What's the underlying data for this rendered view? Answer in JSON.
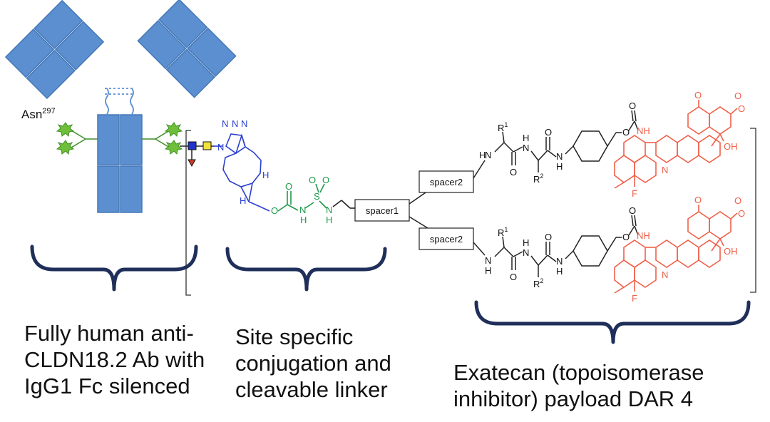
{
  "antibody": {
    "glycan_site_base": "Asn",
    "glycan_site_number": "297"
  },
  "linker": {
    "triazole_n": "N",
    "bcn_h": "H",
    "carbamate_o": "O",
    "sulfamide_n": "N",
    "sulfamide_h": "H",
    "sulfamide_s": "S",
    "spacer1_label": "spacer1"
  },
  "payload": {
    "spacer2_label": "spacer2",
    "r1": "R",
    "r1_sup": "1",
    "r2": "R",
    "r2_sup": "2",
    "amide_n": "N",
    "amide_h": "H",
    "oxygen": "O",
    "oh": "OH",
    "nh": "NH",
    "fluorine": "F"
  },
  "captions": {
    "antibody_lines": [
      "Fully human anti-",
      "CLDN18.2 Ab with",
      "IgG1 Fc silenced"
    ],
    "linker_lines": [
      "Site specific",
      "conjugation and",
      "cleavable linker"
    ],
    "payload_lines": [
      "Exatecan (topoisomerase",
      "inhibitor) payload DAR 4"
    ]
  },
  "colors": {
    "antibody": "#5b8fd0",
    "antibody_stroke": "#4478b8",
    "glycan": "#3f8f2a",
    "glycan_star": "#6fbf3a",
    "linker_blue": "#2b3fd0",
    "linker_green": "#1e9a4a",
    "payload_red": "#f0604a",
    "brace": "#1f2f5a",
    "bond": "#222222",
    "sugar_blue": "#2233cc",
    "sugar_yellow": "#f2e23a",
    "sugar_red": "#d43a2a"
  }
}
